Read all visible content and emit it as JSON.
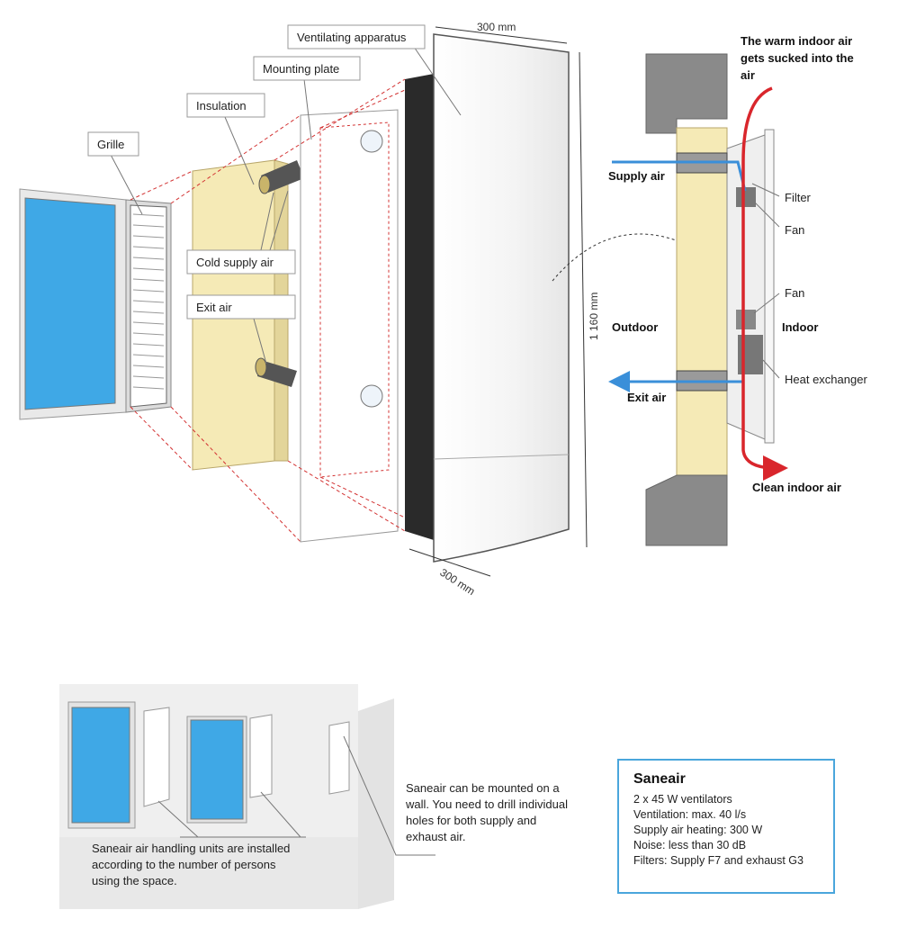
{
  "exploded_view": {
    "labels": {
      "grille": "Grille",
      "insulation": "Insulation",
      "mounting_plate": "Mounting plate",
      "ventilating_apparatus": "Ventilating apparatus",
      "cold_supply_air": "Cold supply air",
      "exit_air": "Exit air"
    },
    "dimensions": {
      "width_top": "300 mm",
      "height": "1 160 mm",
      "depth": "300 mm"
    }
  },
  "cross_section": {
    "labels": {
      "warm_air_line1": "The warm indoor air",
      "warm_air_line2": "gets sucked into the",
      "warm_air_line3": "air",
      "supply_air": "Supply air",
      "filter": "Filter",
      "fan_top": "Fan",
      "fan_bottom": "Fan",
      "outdoor": "Outdoor",
      "indoor": "Indoor",
      "heat_exchanger": "Heat exchanger",
      "exit_air": "Exit air",
      "clean_indoor_air": "Clean indoor air"
    }
  },
  "room_notes": {
    "units_note": [
      "Saneair air handling units are installed",
      "according to the number of persons",
      "using the space."
    ],
    "wall_note": [
      "Saneair can be mounted on a",
      "wall. You need to drill individual",
      "holes for both supply and",
      "exhaust air."
    ]
  },
  "spec_panel": {
    "title": "Saneair",
    "lines": [
      "2 x 45 W ventilators",
      "Ventilation: max. 40 l/s",
      "Supply air heating: 300 W",
      "Noise: less than 30 dB",
      "Filters: Supply F7 and exhaust G3"
    ]
  },
  "colors": {
    "window_glass": "#3fa8e6",
    "insulation": "#f5eab6",
    "warm_air_arrow": "#d9262c",
    "cool_air_arrow": "#3a8fd9",
    "wall_gray": "#8a8a8a",
    "panel_border": "#4aa6dc",
    "guide_lines": "#d33333"
  }
}
